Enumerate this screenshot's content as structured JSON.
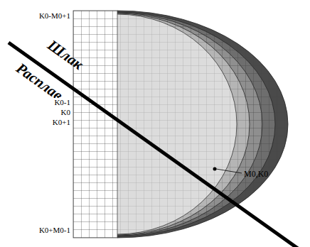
{
  "diagram": {
    "labels": [
      "Шлак",
      "Расплав",
      "K0-M0+1",
      "K0-1",
      "K0",
      "K0+1",
      "K0+M0-1",
      "M0,K0"
    ]
  }
}
